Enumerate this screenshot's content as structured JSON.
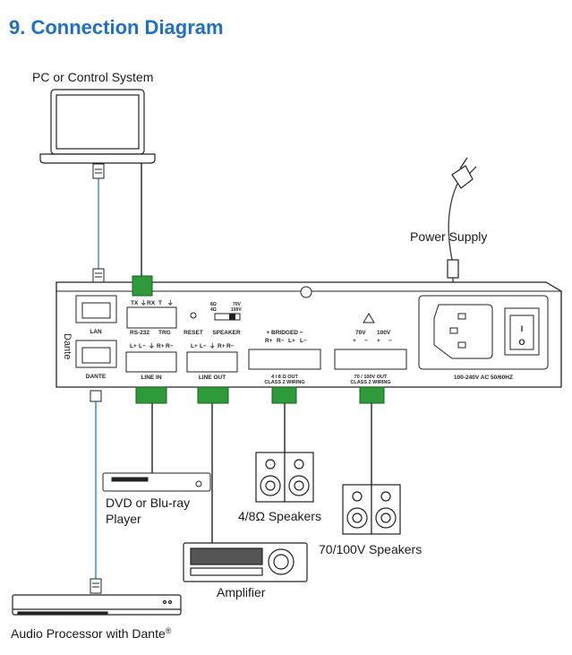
{
  "title": "9. Connection Diagram",
  "colors": {
    "title": "#1f6fc4",
    "network_cable": "#2a8ad4",
    "terminal_plug": "#2e9a3a",
    "outline": "#222222"
  },
  "labels": {
    "pc": "PC or Control System",
    "power_supply": "Power Supply",
    "dvd_line1": "DVD or Blu-ray",
    "dvd_line2": "Player",
    "speakers_48": "4/8Ω Speakers",
    "speakers_70100": "70/100V Speakers",
    "amplifier": "Amplifier",
    "audio_processor": "Audio Processor with Dante",
    "registered": "®"
  },
  "device": {
    "brand": "Dante",
    "lan": "LAN",
    "dante": "DANTE",
    "rs232_pins": [
      "TX",
      "⏚",
      "RX",
      "T",
      "⏚"
    ],
    "rs232": "RS-232",
    "trg": "TRG",
    "reset": "RESET",
    "speaker": "SPEAKER",
    "speaker_switch": {
      "a": "8Ω",
      "b": "4Ω",
      "c": "70V",
      "d": "100V"
    },
    "line_pins": [
      "L+",
      "L−",
      "⏚",
      "R+",
      "R−"
    ],
    "line_in": "LINE IN",
    "line_out": "LINE OUT",
    "bridged": "+ BRIDGED −",
    "bridged_pins": [
      "R+",
      "R−",
      "L+",
      "L−"
    ],
    "out48_line1": "4 / 8 Ω OUT",
    "out48_line2": "CLASS 2 WIRING",
    "v70": "70V",
    "v100": "100V",
    "v_pins": [
      "+",
      "−",
      "+",
      "−"
    ],
    "out70_line1": "70 / 100V OUT",
    "out70_line2": "CLASS 2 WIRING",
    "power_rating": "100-240V AC 50/60HZ",
    "switch_on": "I",
    "switch_off": "O"
  }
}
